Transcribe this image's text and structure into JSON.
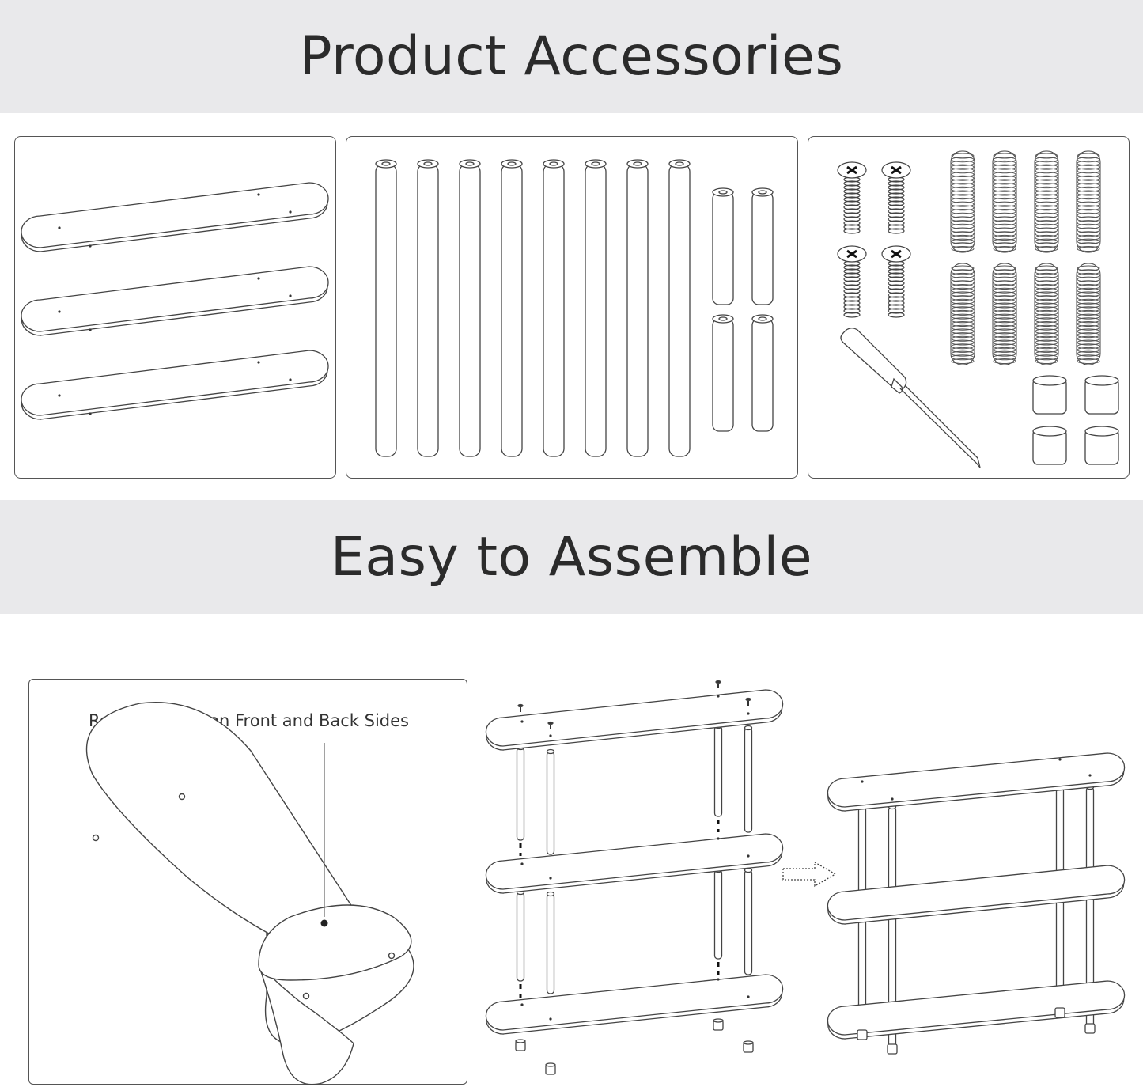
{
  "headings": {
    "accessories": "Product Accessories",
    "assemble": "Easy to Assemble"
  },
  "film_note": "Remove Films on Front and Back Sides",
  "icons": {
    "shelves": "oval-shelf-board-icon",
    "rods": "support-rod-icon",
    "screws": "phillips-screw-icon",
    "screwdriver": "screwdriver-icon",
    "feet": "foot-cap-icon",
    "arrow": "dotted-right-arrow-icon"
  },
  "colors": {
    "banner": "#e9e9eb",
    "line": "#444444",
    "text": "#2b2b2b"
  }
}
